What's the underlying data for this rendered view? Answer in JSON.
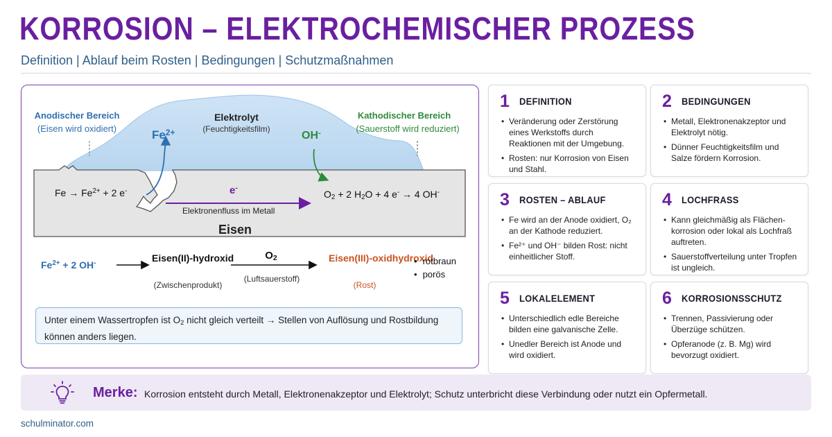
{
  "header": {
    "title": "KORROSION – ELEKTROCHEMISCHER PROZESS",
    "subtitle": "Definition | Ablauf beim Rosten | Bedingungen | Schutzmaßnahmen"
  },
  "diagram": {
    "anode_label": "Anodischer Bereich",
    "anode_sub": "(Eisen wird oxidiert)",
    "electrolyte_label": "Elektrolyt",
    "electrolyte_sub": "(Feuchtigkeitsfilm)",
    "cathode_label": "Kathodischer Bereich",
    "cathode_sub": "(Sauerstoff wird reduziert)",
    "fe_ion_main": "Fe",
    "fe_ion_sup": "2+",
    "oh_main": "OH",
    "oh_sup": "-",
    "electron_main": "e",
    "electron_sup": "-",
    "electron_flow": "Elektronenfluss im Metall",
    "metal_label": "Eisen",
    "anode_eq": {
      "a": "Fe → Fe",
      "a_sup": "2+",
      "b": " + 2 e",
      "b_sup": "-"
    },
    "cathode_eq": {
      "a": "O",
      "a_sub": "2",
      "b": " + 2 H",
      "b_sub": "2",
      "c": "O + 4 e",
      "c_sup": "-",
      "d": " → 4 OH",
      "d_sup": "-"
    },
    "reaction": {
      "reactant_a": "Fe",
      "reactant_a_sup": "2+",
      "reactant_b": " + 2 OH",
      "reactant_b_sup": "-",
      "intermediate": "Eisen(II)-hydroxid",
      "intermediate_sub": "(Zwischenprodukt)",
      "reagent_main": "O",
      "reagent_sub": "2",
      "reagent_note": "(Luftsauerstoff)",
      "product": "Eisen(III)-oxidhydroxid",
      "product_sub": "(Rost)",
      "properties": [
        "rotbraun",
        "porös"
      ]
    },
    "note_a": "Unter einem Wassertropfen ist O",
    "note_sub": "2",
    "note_b": " nicht gleich verteilt → Stellen von Auflösung und Rostbildung können anders liegen."
  },
  "cards": [
    {
      "num": "1",
      "title": "DEFINITION",
      "items": [
        "Veränderung oder Zerstörung eines Werkstoffs durch Reaktionen mit der Umgebung.",
        "Rosten: nur Korrosion von Eisen und Stahl."
      ]
    },
    {
      "num": "2",
      "title": "BEDINGUNGEN",
      "items": [
        "Metall, Elektronenakzeptor und Elektrolyt nötig.",
        "Dünner Feuchtigkeitsfilm und Salze fördern Korrosion."
      ]
    },
    {
      "num": "3",
      "title": "ROSTEN – ABLAUF",
      "items": [
        "Fe wird an der Anode oxidiert, O₂ an der Kathode reduziert.",
        "Fe²⁺ und OH⁻ bilden Rost: nicht einheitlicher Stoff."
      ]
    },
    {
      "num": "4",
      "title": "LOCHFRASS",
      "items": [
        "Kann gleichmäßig als Flächen-korrosion oder lokal als Lochfraß auftreten.",
        "Sauerstoffverteilung unter Tropfen ist ungleich."
      ]
    },
    {
      "num": "5",
      "title": "LOKALELEMENT",
      "items": [
        "Unterschiedlich edle Bereiche bilden eine galvanische Zelle.",
        "Unedler Bereich ist Anode und wird oxidiert."
      ]
    },
    {
      "num": "6",
      "title": "KORROSIONSSCHUTZ",
      "items": [
        "Trennen, Passivierung oder Überzüge schützen.",
        "Opferanode (z. B. Mg) wird bevorzugt oxidiert."
      ]
    }
  ],
  "merke": {
    "label": "Merke:",
    "text": "Korrosion entsteht durch Metall, Elektronenakzeptor und Elektrolyt; Schutz unterbricht diese Verbindung oder nutzt ein Opfermetall."
  },
  "footer": "schulminator.com",
  "colors": {
    "accent": "#6a1fa0",
    "blue": "#2f6fb0",
    "green": "#2e8a3c",
    "rust": "#c9531f"
  }
}
